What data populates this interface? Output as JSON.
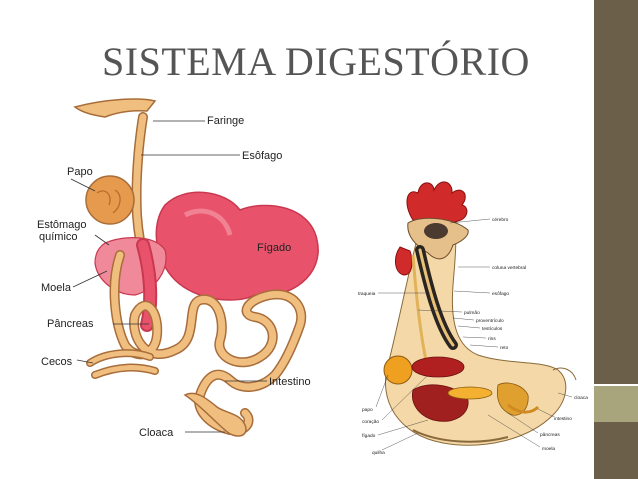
{
  "slide": {
    "title": "SISTEMA DIGESTÓRIO",
    "colors": {
      "band": "#6b5f4a",
      "accent": "#a8a47c",
      "title": "#555555"
    }
  },
  "figure_left": {
    "labels": {
      "faringe": "Faringe",
      "esofago": "Esôfago",
      "papo": "Papo",
      "estomago_1": "Estômago",
      "estomago_2": "químico",
      "figado": "Fígado",
      "moela": "Moela",
      "pancreas": "Pâncreas",
      "cecos": "Cecos",
      "intestino": "Intestino",
      "cloaca": "Cloaca"
    }
  },
  "figure_right": {
    "labels": {
      "cerebro": "cérebro",
      "coluna": "coluna vertebral",
      "traqueia": "traqueia",
      "esofago": "esôfago",
      "pulmao": "pulmão",
      "proventriculo": "proventrículo",
      "testiculos": "testículos",
      "rins": "rins",
      "reto": "reto",
      "cloaca": "cloaca",
      "intestino": "intestino",
      "papo": "papo",
      "coracao": "coração",
      "figado": "fígado",
      "pancreas": "pâncreas",
      "moela": "moela",
      "quilha": "quilha"
    }
  }
}
